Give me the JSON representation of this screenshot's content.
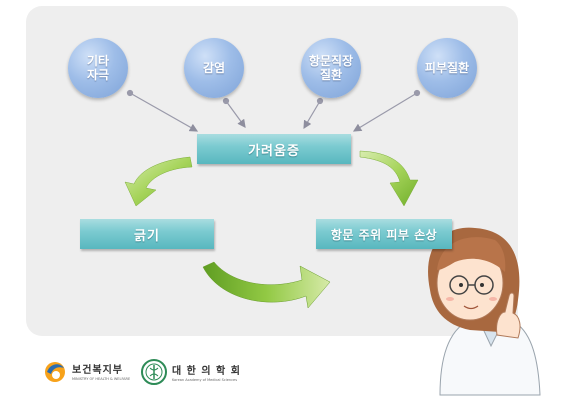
{
  "nodes": {
    "cause1": "기타\n자극",
    "cause2": "감염",
    "cause3": "항문직장\n질환",
    "cause4": "피부질환",
    "center": "가려움증",
    "scratch": "긁기",
    "damage": "항문 주위 피부 손상"
  },
  "footer": {
    "ministry_name": "보건복지부",
    "ministry_sub": "MINISTRY OF HEALTH & WELFARE",
    "academy_name": "대 한 의 학 회",
    "academy_sub": "Korean Academy of Medical Sciences"
  },
  "colors": {
    "circle": "#9ebde8",
    "box": "#7ccbd1",
    "arrow_green": "#8cc63f",
    "panel": "#eeeeee"
  }
}
